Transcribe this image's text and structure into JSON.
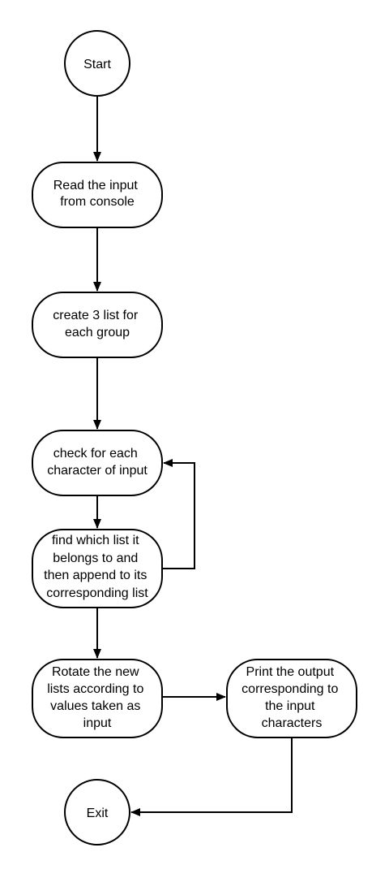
{
  "diagram": {
    "nodes": {
      "start": {
        "shape": "circle",
        "lines": [
          "Start"
        ]
      },
      "read": {
        "shape": "rounded-rect",
        "lines": [
          "Read the input",
          "from console"
        ]
      },
      "create": {
        "shape": "rounded-rect",
        "lines": [
          "create 3 list for",
          "each group"
        ]
      },
      "check": {
        "shape": "rounded-rect",
        "lines": [
          "check for each",
          "character of input"
        ]
      },
      "find": {
        "shape": "rounded-rect",
        "lines": [
          "find which list it",
          "belongs to and",
          "then append to its",
          "corresponding list"
        ]
      },
      "rotate": {
        "shape": "rounded-rect",
        "lines": [
          "Rotate the new",
          "lists according to",
          "values taken as",
          "input"
        ]
      },
      "print": {
        "shape": "rounded-rect",
        "lines": [
          "Print the output",
          "corresponding to",
          "the input",
          "characters"
        ]
      },
      "exit": {
        "shape": "circle",
        "lines": [
          "Exit"
        ]
      }
    },
    "edges": [
      {
        "from": "start",
        "to": "read"
      },
      {
        "from": "read",
        "to": "create"
      },
      {
        "from": "create",
        "to": "check"
      },
      {
        "from": "check",
        "to": "find"
      },
      {
        "from": "find",
        "to": "check",
        "kind": "loop-back"
      },
      {
        "from": "find",
        "to": "rotate"
      },
      {
        "from": "rotate",
        "to": "print"
      },
      {
        "from": "print",
        "to": "exit"
      }
    ],
    "colors": {
      "stroke": "#000000",
      "fill": "#ffffff",
      "text": "#000000",
      "background": "#ffffff"
    }
  }
}
